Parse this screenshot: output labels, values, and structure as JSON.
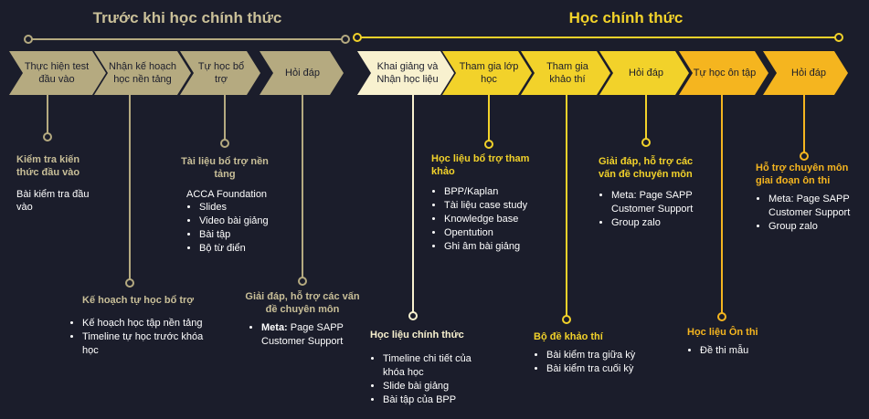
{
  "colors": {
    "background": "#1b1d2b",
    "khaki": "#b5aa80",
    "khaki_text": "#c9bf98",
    "cream": "#f8f1cf",
    "yellow": "#f2d22a",
    "amber": "#f5b51f"
  },
  "before": {
    "title": "Trước khi học chính thức",
    "steps": [
      "Thực hiện test đầu vào",
      "Nhận kế hoạch học nền tảng",
      "Tự học bổ trợ",
      "Hỏi đáp"
    ],
    "details": [
      {
        "heading": "Kiểm tra kiến thức đầu vào",
        "text": "Bài kiểm tra đầu vào"
      },
      {
        "heading": "Kế hoạch tự học bổ trợ",
        "items": [
          "Kế hoạch học tập nền tảng",
          "Timeline tự học trước khóa học"
        ]
      },
      {
        "heading": "Tài liệu bổ trợ nền tảng",
        "intro": "ACCA Foundation",
        "items": [
          "Slides",
          "Video bài giảng",
          "Bài tập",
          "Bộ từ điển"
        ]
      },
      {
        "heading": "Giải đáp, hỗ trợ các vấn đề chuyên môn",
        "meta_label": "Meta:",
        "meta_text": "Page SAPP Customer Support"
      }
    ]
  },
  "official": {
    "title": "Học chính thức",
    "steps": [
      "Khai giảng và Nhận học liệu",
      "Tham gia lớp học",
      "Tham gia khảo thí",
      "Hỏi đáp",
      "Tự học ôn tập",
      "Hỏi đáp"
    ],
    "details": [
      {
        "heading": "Học liệu chính thức",
        "items": [
          "Timeline chi tiết của khóa học",
          "Slide bài giảng",
          "Bài tập của BPP"
        ]
      },
      {
        "heading": "Học liệu bổ trợ tham khảo",
        "items": [
          "BPP/Kaplan",
          "Tài liệu case study",
          "Knowledge base",
          "Opentution",
          "Ghi âm bài giảng"
        ]
      },
      {
        "heading": "Bộ đề khảo thí",
        "items": [
          "Bài kiểm tra giữa kỳ",
          "Bài kiểm tra cuối kỳ"
        ]
      },
      {
        "heading": "Giải đáp, hỗ trợ các vấn đề chuyên môn",
        "items": [
          "Meta: Page SAPP Customer Support",
          "Group zalo"
        ]
      },
      {
        "heading": "Học liệu Ôn thi",
        "items": [
          "Đề thi mẫu"
        ]
      },
      {
        "heading": "Hỗ trợ chuyên môn giai đoạn ôn thi",
        "items": [
          "Meta: Page SAPP Customer Support",
          "Group zalo"
        ]
      }
    ]
  }
}
